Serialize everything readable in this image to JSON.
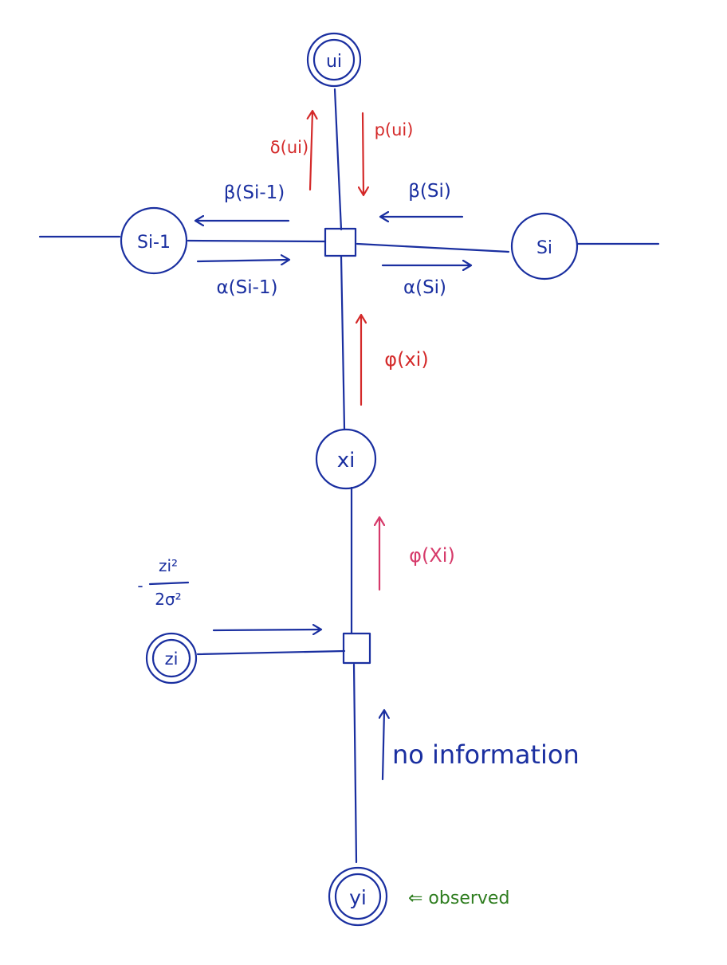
{
  "nodes": {
    "u": "ui",
    "s_prev": "Si-1",
    "s": "Si",
    "x": "xi",
    "z": "zi",
    "y": "yi"
  },
  "messages": {
    "delta_u": "δ(ui)",
    "p_u": "p(ui)",
    "beta_s_prev": "β(Si-1)",
    "beta_s": "β(Si)",
    "alpha_s_prev": "α(Si-1)",
    "alpha_s": "α(Si)",
    "phi_x_top": "φ(xi)",
    "phi_x_bottom": "φ(Xi)",
    "no_information": "no information"
  },
  "annotations": {
    "z_term_numerator": "zi²",
    "z_term_denominator": "2σ²",
    "z_term_sign": "-",
    "observed": "⇐ observed"
  },
  "colors": {
    "graph": "#1a2fa0",
    "upper_messages": "#d42a2a",
    "lower_message": "#d63a6a",
    "observed_note": "#2e7d1f"
  }
}
